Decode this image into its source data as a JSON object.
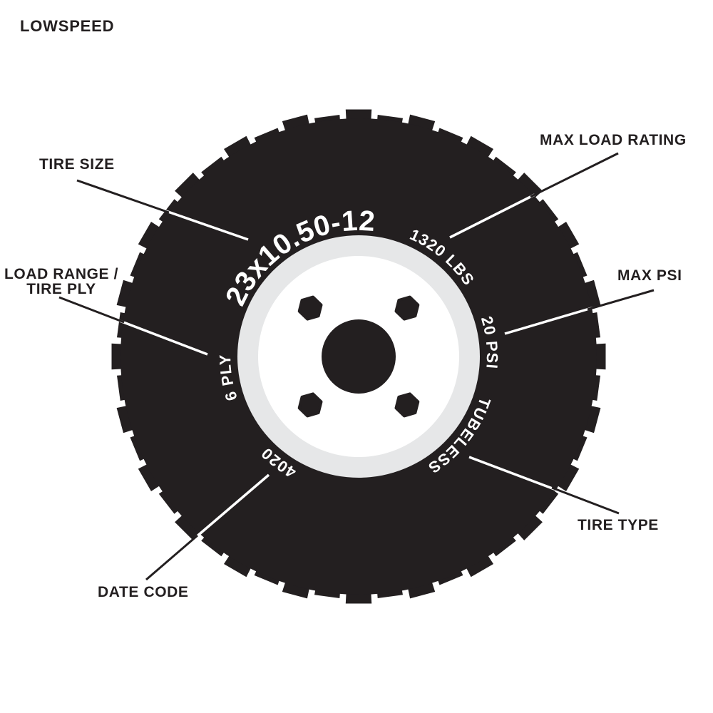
{
  "brand": {
    "name": "LOWSPEED"
  },
  "colors": {
    "ink": "#231f20",
    "rim_gray": "#e6e7e8",
    "hub_white": "#ffffff",
    "sidewall_text": "#ffffff",
    "background": "#ffffff"
  },
  "callouts": {
    "tire_size": {
      "label": "TIRE SIZE",
      "value": "23x10.50-12"
    },
    "max_load_rating": {
      "label": "MAX LOAD RATING",
      "value": "1320 LBS"
    },
    "max_psi": {
      "label": "MAX PSI",
      "value": "20 PSI"
    },
    "tire_type": {
      "label": "TIRE TYPE",
      "value": "TUBELESS"
    },
    "date_code": {
      "label": "DATE CODE",
      "value": "4020"
    },
    "load_range_tire_ply": {
      "label_line1": "LOAD RANGE /",
      "label_line2": "TIRE PLY",
      "value": "6 PLY"
    }
  }
}
